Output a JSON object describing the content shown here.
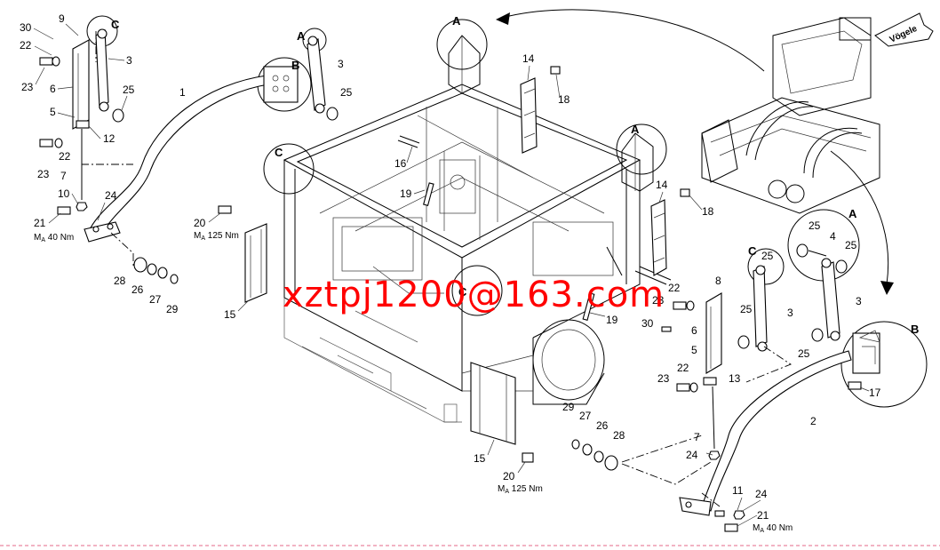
{
  "callouts": {
    "A": "A",
    "B": "B",
    "C": "C"
  },
  "logo": "Vögele",
  "watermark": "xztpj1200@163.com",
  "torque": {
    "prefix": "M",
    "sub": "A",
    "t40": "40 Nm",
    "t125": "125 Nm"
  },
  "parts": {
    "p1": "1",
    "p2": "2",
    "p3": "3",
    "p4": "4",
    "p5": "5",
    "p6": "6",
    "p7": "7",
    "p8": "8",
    "p9": "9",
    "p10": "10",
    "p11": "11",
    "p12": "12",
    "p13": "13",
    "p14": "14",
    "p15": "15",
    "p16": "16",
    "p17": "17",
    "p18": "18",
    "p19": "19",
    "p20": "20",
    "p21": "21",
    "p22": "22",
    "p23": "23",
    "p24": "24",
    "p25": "25",
    "p26": "26",
    "p27": "27",
    "p28": "28",
    "p29": "29",
    "p30": "30"
  }
}
